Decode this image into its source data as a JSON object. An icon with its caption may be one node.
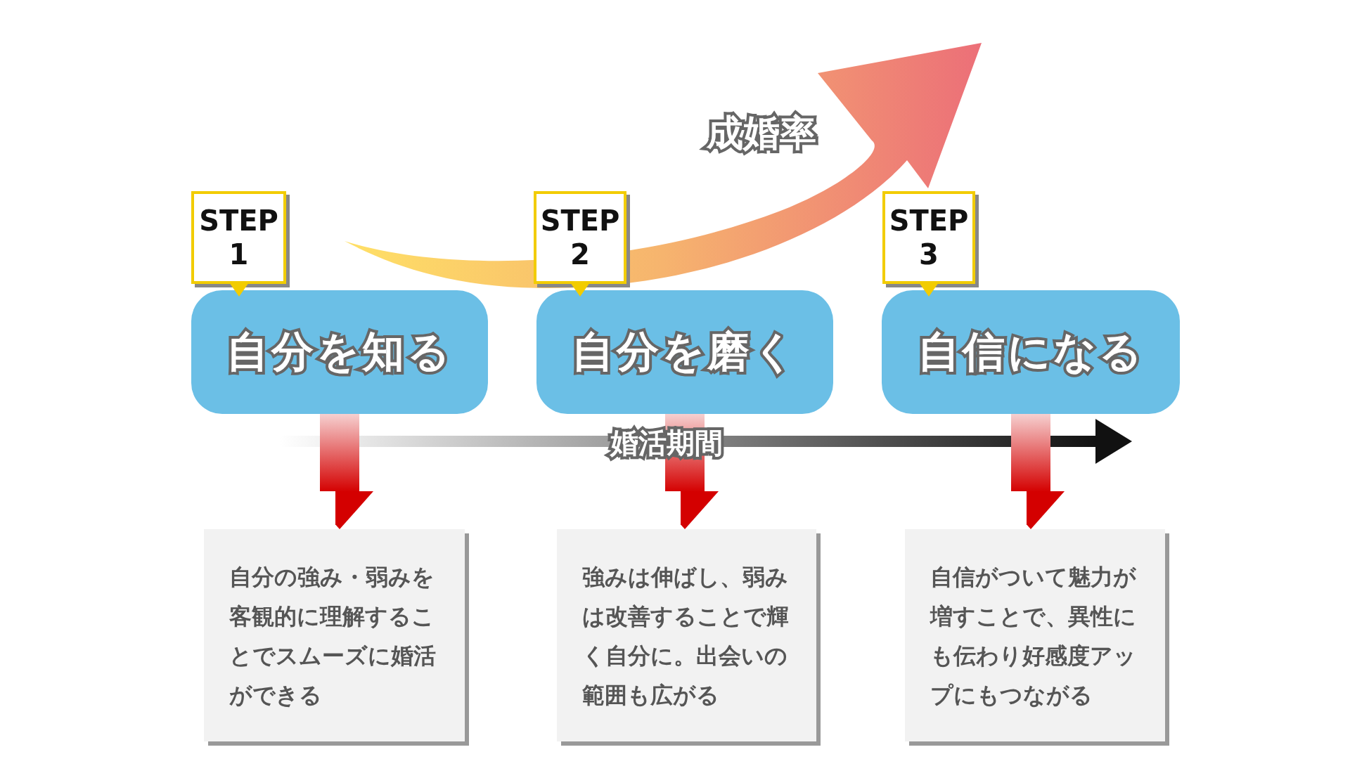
{
  "diagram": {
    "nodes": [
      {
        "text": [
          "STEP 1"
        ]
      },
      {
        "text": [
          "自分を知る"
        ]
      },
      {
        "text": [
          "自分の強み・弱みを客観的に理解することでスムーズに婚活ができる"
        ]
      },
      {
        "text": [
          "STEP 2"
        ]
      },
      {
        "text": [
          "自分を磨く"
        ]
      },
      {
        "text": [
          "強みは伸ばし、弱みは改善することで輝く自分に。出会いの範囲も広がる"
        ]
      },
      {
        "text": [
          "STEP 3"
        ]
      },
      {
        "text": [
          "自信になる"
        ]
      },
      {
        "text": [
          "自信がついて魅力が増すことで、異性にも伝わり好感度アップにもつながる"
        ]
      }
    ],
    "edges": [
      {
        "from": 1,
        "to": 2,
        "arrow": "to"
      },
      {
        "from": 4,
        "to": 5,
        "arrow": "to"
      },
      {
        "from": 7,
        "to": 8,
        "arrow": "to"
      }
    ],
    "labels": [
      "成婚率",
      "婚活期間"
    ]
  }
}
